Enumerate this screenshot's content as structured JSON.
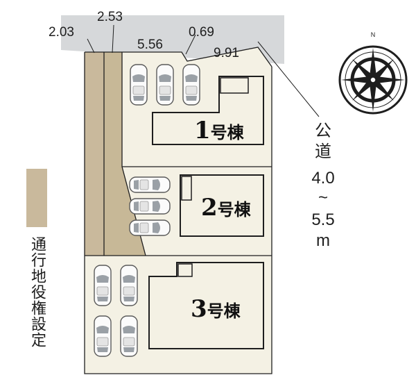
{
  "dimensions": {
    "d1": "2.03",
    "d2": "2.53",
    "d3": "5.56",
    "d4": "0.69",
    "d5": "9.91"
  },
  "buildings": [
    {
      "number": "1",
      "suffix": "号棟"
    },
    {
      "number": "2",
      "suffix": "号棟"
    },
    {
      "number": "3",
      "suffix": "号棟"
    }
  ],
  "road": {
    "line1": "公",
    "line2": "道",
    "line3": "4.0",
    "line4": "~",
    "line5": "5.5",
    "line6": "m"
  },
  "compass": {
    "north_label": "N"
  },
  "legend": {
    "label": "通行地役権設定"
  },
  "colors": {
    "road_gray": "#d6d8da",
    "easement_tan": "#c9b99c",
    "lot_cream": "#f4f1e4",
    "outline": "#1e1e1e"
  }
}
